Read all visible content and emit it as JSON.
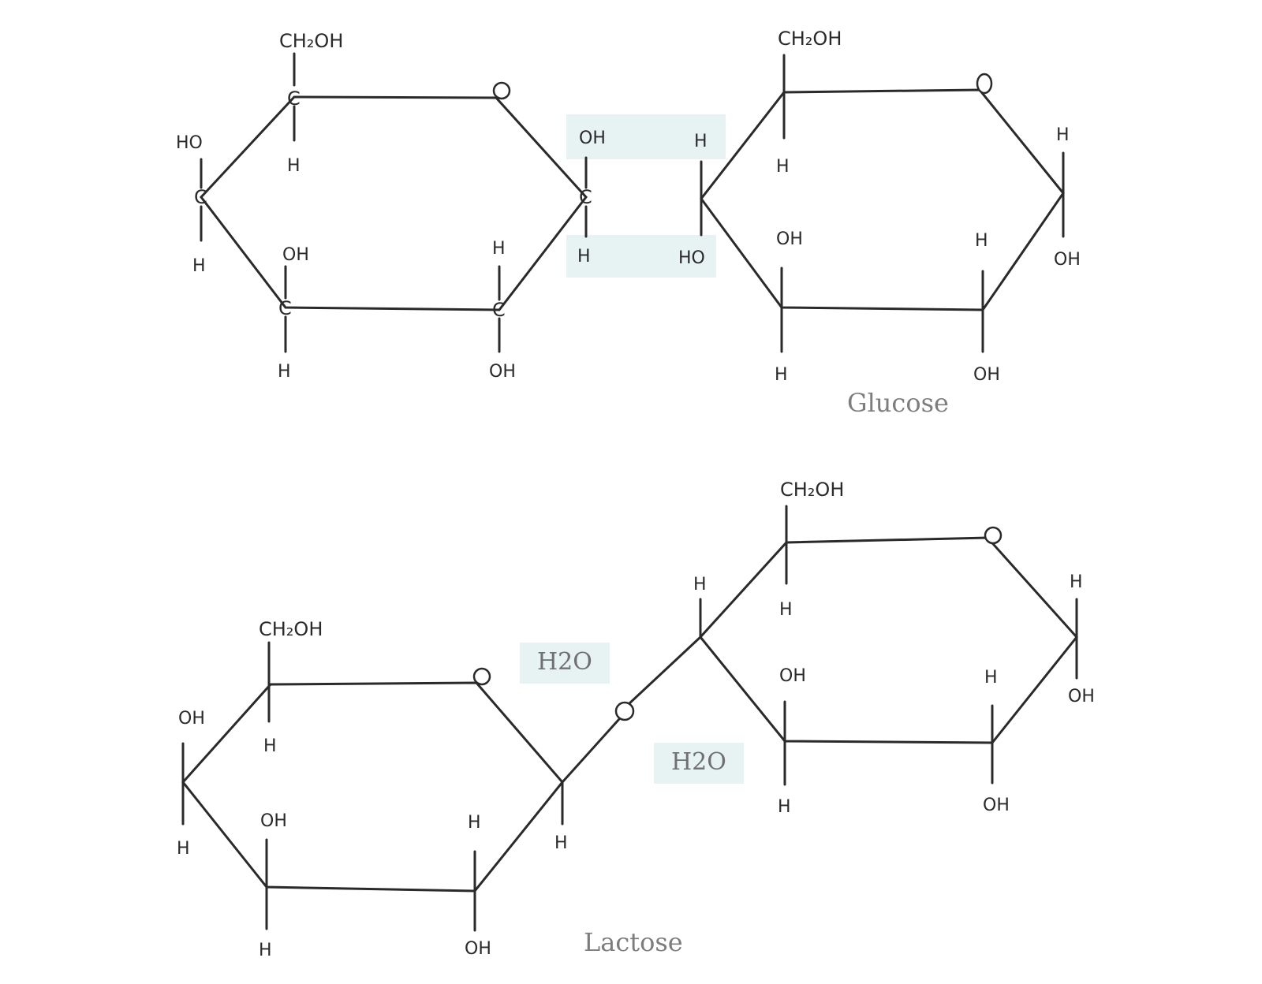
{
  "captions": {
    "glucose": "Glucose",
    "lactose": "Lactose"
  },
  "water_labels": [
    "H2O",
    "H2O"
  ],
  "atoms": {
    "ch2oh": "CH₂OH",
    "oh": "OH",
    "ho": "HO",
    "h": "H",
    "c": "C",
    "o": "O"
  },
  "colors": {
    "highlight": "#e7f2f2",
    "ink": "#2a2a2a",
    "caption": "#7d7d7d"
  }
}
